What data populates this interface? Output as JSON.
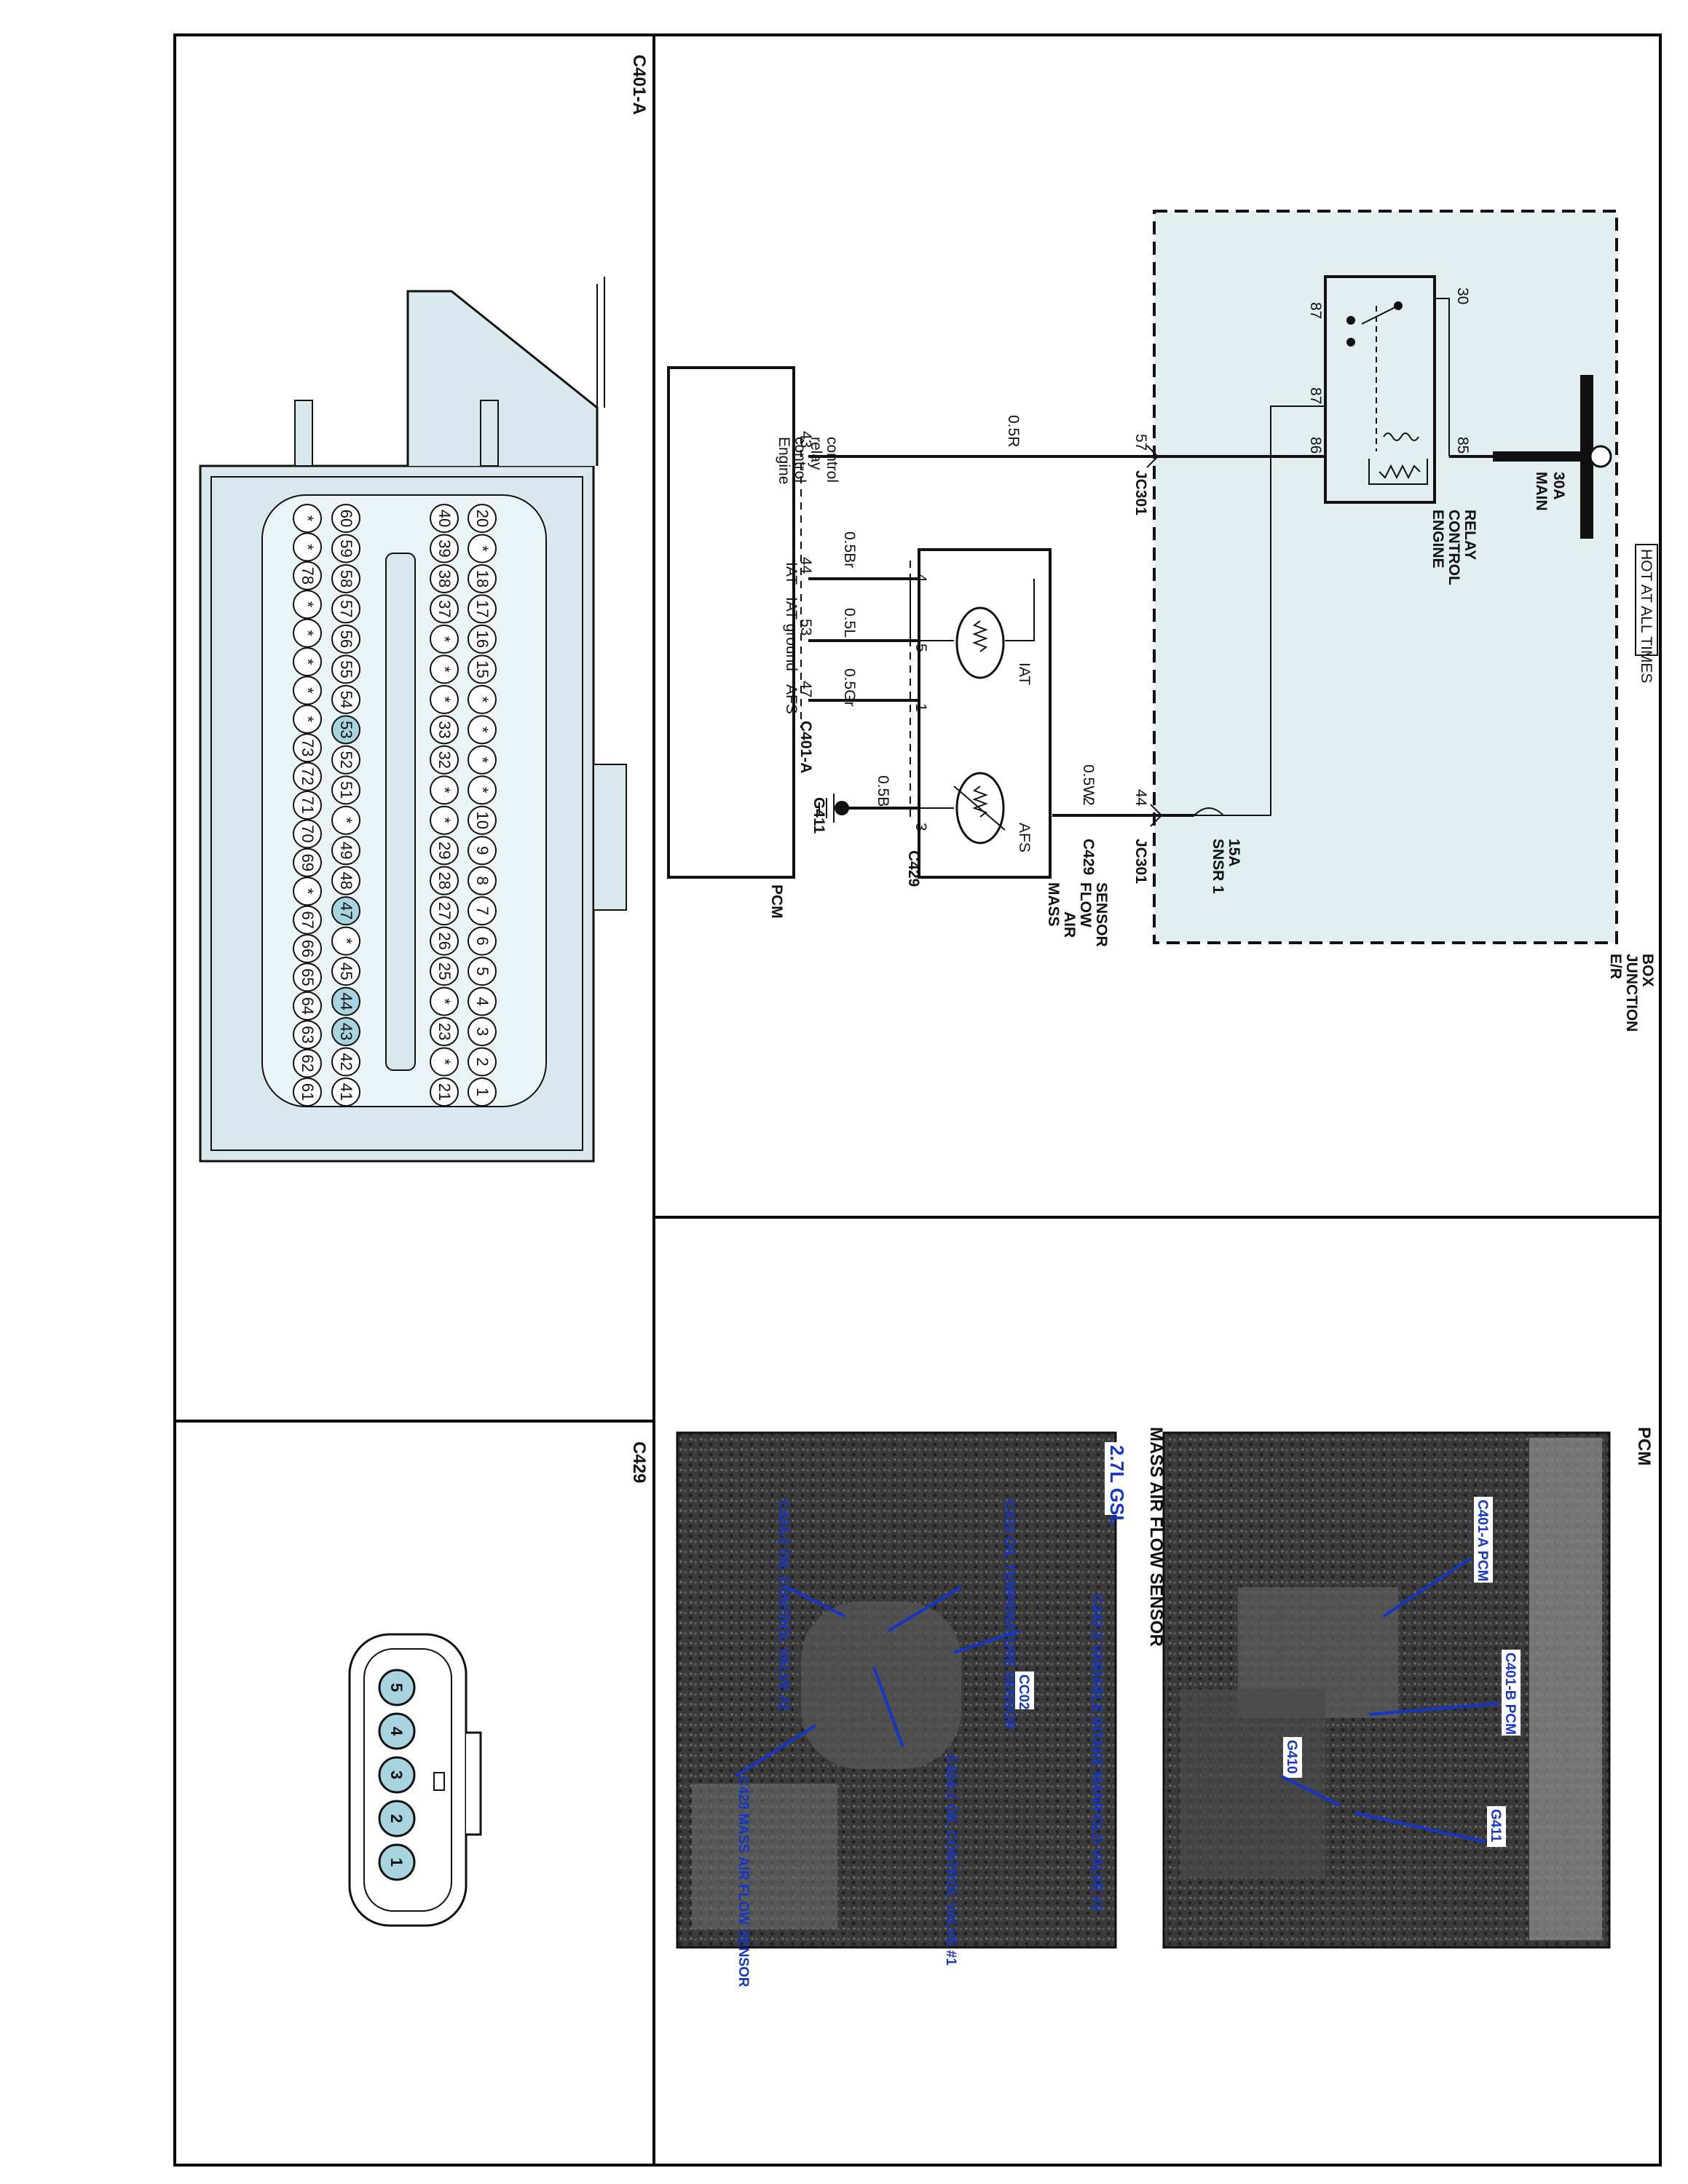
{
  "box_labels": {
    "hot_at_all_times": "HOT AT ALL TIMES",
    "er_junction_box": [
      "E/R",
      "JUNCTION",
      "BOX"
    ],
    "main_fuse": [
      "MAIN",
      "30A"
    ],
    "relay_name": [
      "ENGINE",
      "CONTROL",
      "RELAY"
    ],
    "relay_pins": [
      "30",
      "87",
      "87",
      "85",
      "86"
    ],
    "snsr_fuse": [
      "SNSR 1",
      "15A"
    ],
    "jc301_top": "JC301",
    "jc301_top_pin": "57",
    "jc301_bottom": "JC301",
    "jc301_bottom_pin": "44"
  },
  "wires": {
    "w_0_5r": "0.5R",
    "w_0_5w": "0.5W",
    "w_0_5br": "0.5Br",
    "w_0_5l": "0.5L",
    "w_0_5gr": "0.5Gr",
    "w_0_5b": "0.5B"
  },
  "maf": {
    "name": [
      "MASS",
      "AIR",
      "FLOW",
      "SENSOR"
    ],
    "iat": "IAT",
    "afs": "AFS",
    "pins": [
      "4",
      "5",
      "1",
      "2",
      "3"
    ],
    "connector": "C429",
    "connector_bottom": "C429",
    "ground": "G411"
  },
  "pcm": {
    "name": "PCM",
    "relay_pin": "43",
    "relay_label": [
      "Engine",
      "control",
      "relay",
      "control"
    ],
    "pins": [
      "44",
      "53",
      "47"
    ],
    "pin_labels": [
      "IAT",
      "IAT ground",
      "AFS"
    ],
    "connector": "C401-A"
  },
  "connector_c401a": {
    "title": "C401-A",
    "row1": [
      "20",
      "*",
      "18",
      "17",
      "16",
      "15",
      "*",
      "*",
      "*",
      "*",
      "10",
      "9",
      "8",
      "7",
      "6",
      "5",
      "4",
      "3",
      "2",
      "1"
    ],
    "row2": [
      "40",
      "39",
      "38",
      "37",
      "*",
      "*",
      "*",
      "33",
      "32",
      "*",
      "*",
      "29",
      "28",
      "27",
      "26",
      "25",
      "*",
      "23",
      "*",
      "21"
    ],
    "row3": [
      "60",
      "59",
      "58",
      "57",
      "56",
      "55",
      "54",
      "53",
      "52",
      "51",
      "*",
      "49",
      "48",
      "47",
      "*",
      "45",
      "44",
      "43",
      "42",
      "41"
    ],
    "row4": [
      "*",
      "*",
      "78",
      "*",
      "*",
      "*",
      "*",
      "*",
      "73",
      "72",
      "71",
      "70",
      "69",
      "*",
      "67",
      "66",
      "65",
      "64",
      "63",
      "62",
      "61"
    ],
    "highlighted": [
      "53",
      "47",
      "44",
      "43"
    ],
    "highlight_color": "#a8d4e0"
  },
  "connector_c429": {
    "title": "C429",
    "pins": [
      "5",
      "4",
      "3",
      "2",
      "1"
    ],
    "pin_color": "#a8d4e0"
  },
  "photos": {
    "pcm_title": "PCM",
    "pcm_callouts": [
      "C401-A PCM",
      "C401-B PCM",
      "G410",
      "G411"
    ],
    "maf_title": "MASS AIR FLOW SENSOR",
    "maf_engine": "2.7L GSL",
    "maf_callouts": [
      "C442-2 VARIABLE INTAKE MANIFOLD VALVE #2",
      "C433 OIL TEMPERATURE SENSOR",
      "C424-2 OIL CONTROL VALVE #2",
      "CC02",
      "C424-1 OIL CONTROL VALVE #1",
      "C429 MASS AIR FLOW SENSOR"
    ]
  },
  "colors": {
    "box_fill": "#e3eef0",
    "connector_fill": "#d8e8ec",
    "callout_blue": "#1436c8",
    "photo_dark": "#2a2a2a"
  }
}
